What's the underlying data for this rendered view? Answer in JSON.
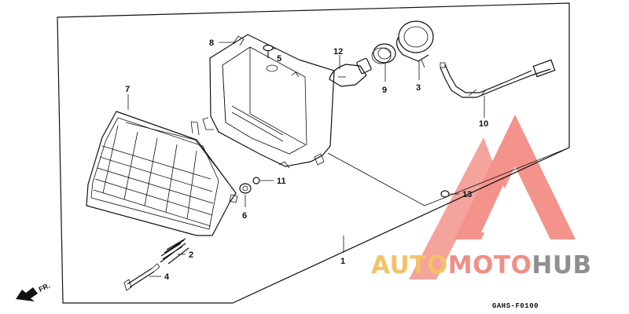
{
  "parts": [
    {
      "id": "p1",
      "number": "1"
    },
    {
      "id": "p2",
      "number": "2"
    },
    {
      "id": "p3",
      "number": "3"
    },
    {
      "id": "p4",
      "number": "4"
    },
    {
      "id": "p5",
      "number": "5"
    },
    {
      "id": "p6",
      "number": "6"
    },
    {
      "id": "p7",
      "number": "7"
    },
    {
      "id": "p8",
      "number": "8"
    },
    {
      "id": "p9",
      "number": "9"
    },
    {
      "id": "p10",
      "number": "10"
    },
    {
      "id": "p11",
      "number": "11"
    },
    {
      "id": "p12",
      "number": "12"
    },
    {
      "id": "p13",
      "number": "13"
    }
  ],
  "labels": {
    "p1": "1",
    "p2": "2",
    "p3": "3",
    "p4": "4",
    "p5": "5",
    "p6": "6",
    "p7": "7",
    "p8": "8",
    "p9": "9",
    "p10": "10",
    "p11": "11",
    "p12": "12",
    "p13": "13"
  },
  "direction_marker": "FR.",
  "diagram_code": "GAHS-F0100",
  "watermark": {
    "word_a": "AUTO",
    "word_b": "MOTO",
    "word_c": "HUB",
    "colors": {
      "a": "#f3c266",
      "b": "#ef9087",
      "c": "#8f8f8f",
      "logo": "#ef6f66"
    }
  }
}
